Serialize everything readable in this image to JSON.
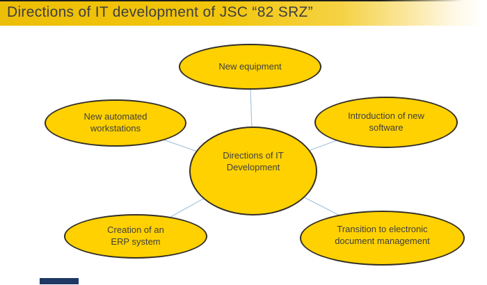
{
  "slide": {
    "title": "Directions of IT development of JSC “82 SRZ”"
  },
  "diagram": {
    "center": {
      "label": "Directions of IT Development"
    },
    "nodes": [
      {
        "id": "new-equipment",
        "label": "New equipment"
      },
      {
        "id": "automated-workstations",
        "label": "New automated workstations"
      },
      {
        "id": "new-software",
        "label": "Introduction of new software"
      },
      {
        "id": "erp-system",
        "label": "Creation of an ERP system"
      },
      {
        "id": "electronic-documents",
        "label": "Transition to electronic document management"
      }
    ]
  },
  "colors": {
    "ellipse_fill": "#FFD100",
    "ellipse_border": "#332F26",
    "connector_line": "#A8C5DB",
    "title_text": "#3F3F3F",
    "title_bar_gold": "#F2C60C",
    "title_top_accent": "#1D1D1B",
    "footer_accent": "#1F3864",
    "slide_background": "#FFFFFF"
  }
}
